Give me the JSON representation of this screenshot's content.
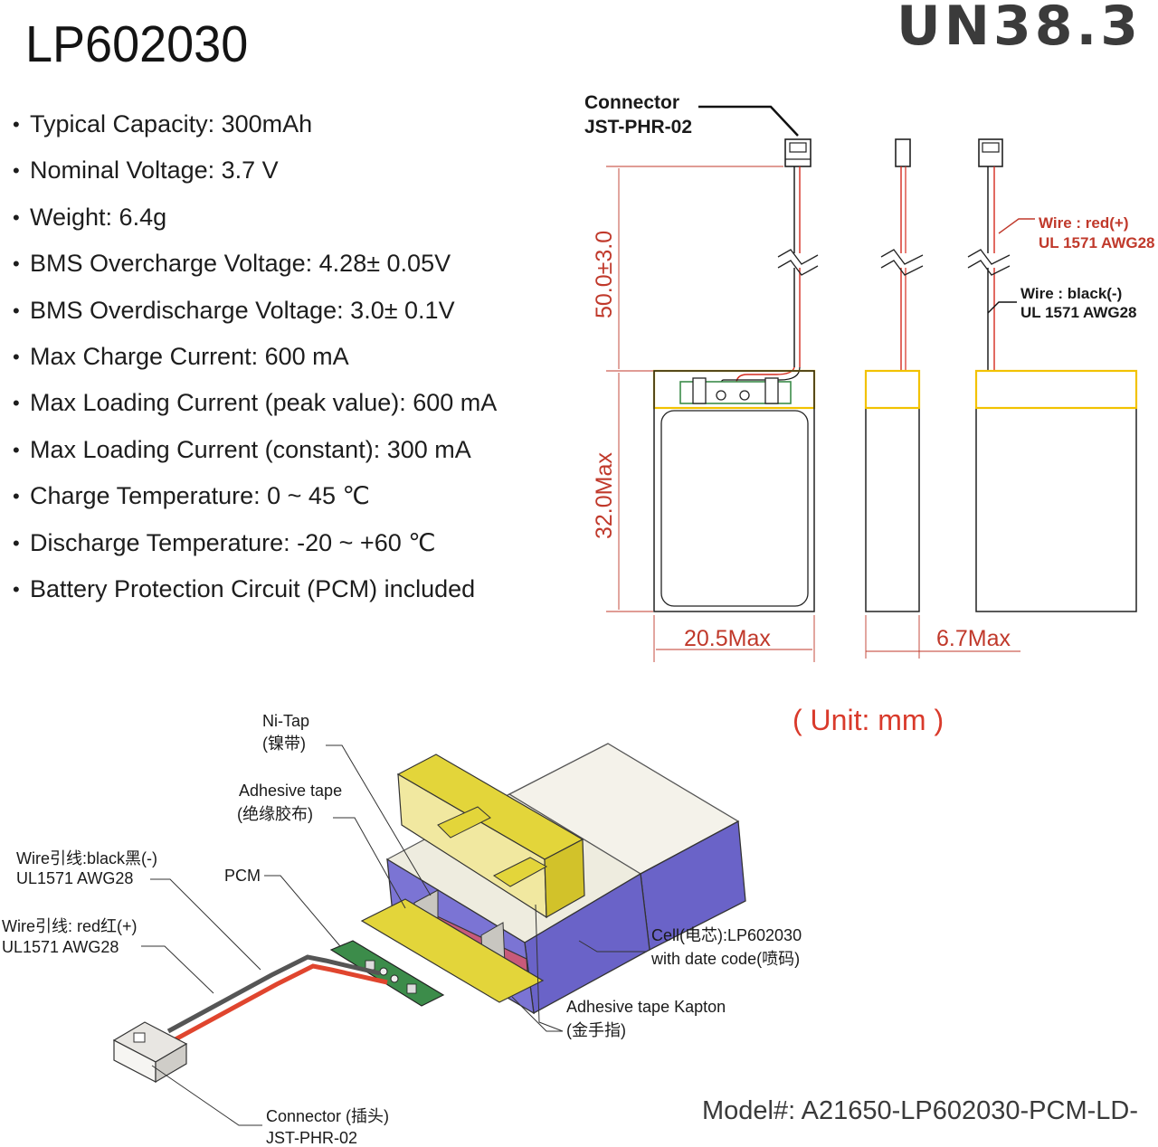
{
  "title": "LP602030",
  "certification": "UN38.3",
  "specs": [
    "Typical Capacity: 300mAh",
    "Nominal Voltage: 3.7 V",
    "Weight: 6.4g",
    "BMS Overcharge Voltage: 4.28± 0.05V",
    "BMS Overdischarge Voltage: 3.0± 0.1V",
    "Max Charge Current: 600 mA",
    "Max Loading Current (peak value): 600 mA",
    "Max Loading Current (constant): 300 mA",
    "Charge Temperature: 0 ~ 45 ℃",
    "Discharge Temperature: -20 ~ +60 ℃",
    "Battery Protection Circuit (PCM) included"
  ],
  "dimension_drawing": {
    "connector_label": [
      "Connector",
      "JST-PHR-02"
    ],
    "wire_red": [
      "Wire : red(+)",
      "UL 1571 AWG28"
    ],
    "wire_black": [
      "Wire : black(-)",
      "UL 1571 AWG28"
    ],
    "dim_wire_length": "50.0±3.0",
    "dim_height": "32.0Max",
    "dim_width": "20.5Max",
    "dim_thickness": "6.7Max"
  },
  "unit_note": "( Unit: mm )",
  "exploded_view": {
    "ni_tap": [
      "Ni-Tap",
      "(镍带)"
    ],
    "adhesive_tape": [
      "Adhesive tape",
      "(绝缘胶布)"
    ],
    "wire_black": [
      "Wire引线:black黑(-)",
      "UL1571 AWG28"
    ],
    "pcm": "PCM",
    "wire_red": [
      "Wire引线: red红(+)",
      "UL1571 AWG28"
    ],
    "cell": [
      "Cell(电芯):LP602030",
      "with date code(喷码)"
    ],
    "kapton": [
      "Adhesive tape Kapton",
      "(金手指)"
    ],
    "connector": [
      "Connector (插头)",
      "JST-PHR-02"
    ]
  },
  "model": "Model#: A21650-LP602030-PCM-LD-",
  "colors": {
    "dimension_red": "#c0392b",
    "highlight_yellow": "#f2c200",
    "cell_purple": "#6a63c8",
    "tape_yellow": "#e3d53a",
    "pcm_green": "#3c8c4a",
    "unit_red": "#d93a2b"
  }
}
